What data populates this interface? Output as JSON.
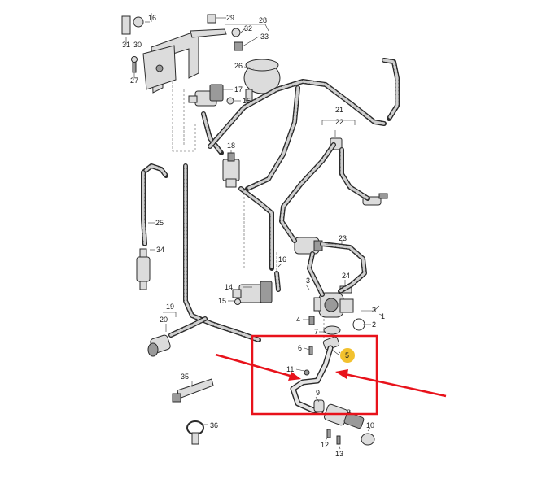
{
  "callouts": {
    "c1": "1",
    "c2": "2",
    "c3a": "3",
    "c3b": "3",
    "c4": "4",
    "c5": "5",
    "c6": "6",
    "c7": "7",
    "c8": "8",
    "c9": "9",
    "c10": "10",
    "c11": "11",
    "c12": "12",
    "c13": "13",
    "c14": "14",
    "c15a": "15",
    "c15b": "15",
    "c16a": "16",
    "c16b": "16",
    "c17": "17",
    "c18": "18",
    "c19": "19",
    "c20": "20",
    "c21": "21",
    "c22": "22",
    "c23": "23",
    "c24": "24",
    "c25": "25",
    "c26": "26",
    "c27": "27",
    "c28": "28",
    "c29": "29",
    "c30": "30",
    "c31": "31",
    "c32": "32",
    "c33": "33",
    "c34": "34",
    "c35": "35",
    "c36": "36"
  },
  "colors": {
    "highlight_box": "#e8121b",
    "arrow": "#e8121b",
    "badge_fill": "#f2c12e",
    "line_art": "#2b2b2b",
    "background": "#ffffff"
  },
  "highlighted_part": "5"
}
